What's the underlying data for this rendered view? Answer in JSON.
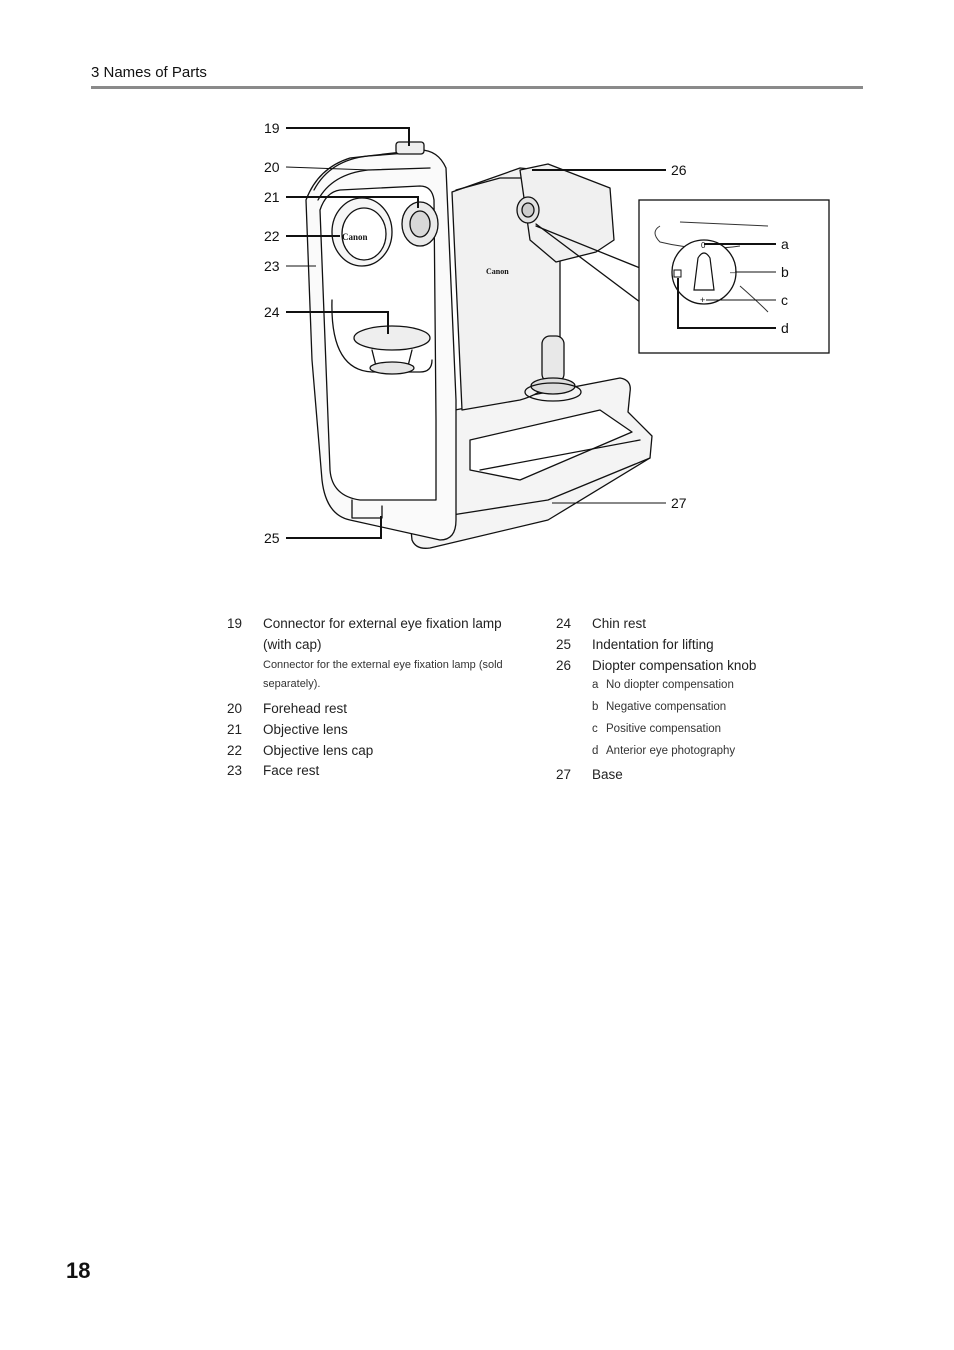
{
  "header": {
    "section_title": "3 Names of Parts"
  },
  "figure": {
    "callouts": {
      "c19": "19",
      "c20": "20",
      "c21": "21",
      "c22": "22",
      "c23": "23",
      "c24": "24",
      "c25": "25",
      "c26": "26",
      "c27": "27"
    },
    "inset_callouts": {
      "a": "a",
      "b": "b",
      "c": "c",
      "d": "d"
    },
    "dial_marks": {
      "zero": "0",
      "minus": "–",
      "plus": "+"
    },
    "brand_text": "Canon"
  },
  "parts_left": [
    {
      "num": "19",
      "label": "Connector for external eye fixation lamp",
      "label2": "(with cap)",
      "note": "Connector for the external eye fixation lamp (sold",
      "note2": "separately)."
    },
    {
      "num": "20",
      "label": "Forehead rest"
    },
    {
      "num": "21",
      "label": "Objective lens"
    },
    {
      "num": "22",
      "label": "Objective lens cap"
    },
    {
      "num": "23",
      "label": "Face rest"
    }
  ],
  "parts_right": [
    {
      "num": "24",
      "label": "Chin rest"
    },
    {
      "num": "25",
      "label": "Indentation for lifting"
    },
    {
      "num": "26",
      "label": "Diopter compensation knob",
      "subitems": [
        {
          "letter": "a",
          "text": "No diopter compensation"
        },
        {
          "letter": "b",
          "text": "Negative compensation"
        },
        {
          "letter": "c",
          "text": "Positive compensation"
        },
        {
          "letter": "d",
          "text": "Anterior eye photography"
        }
      ]
    },
    {
      "num": "27",
      "label": "Base"
    }
  ],
  "footer": {
    "page_number": "18"
  }
}
